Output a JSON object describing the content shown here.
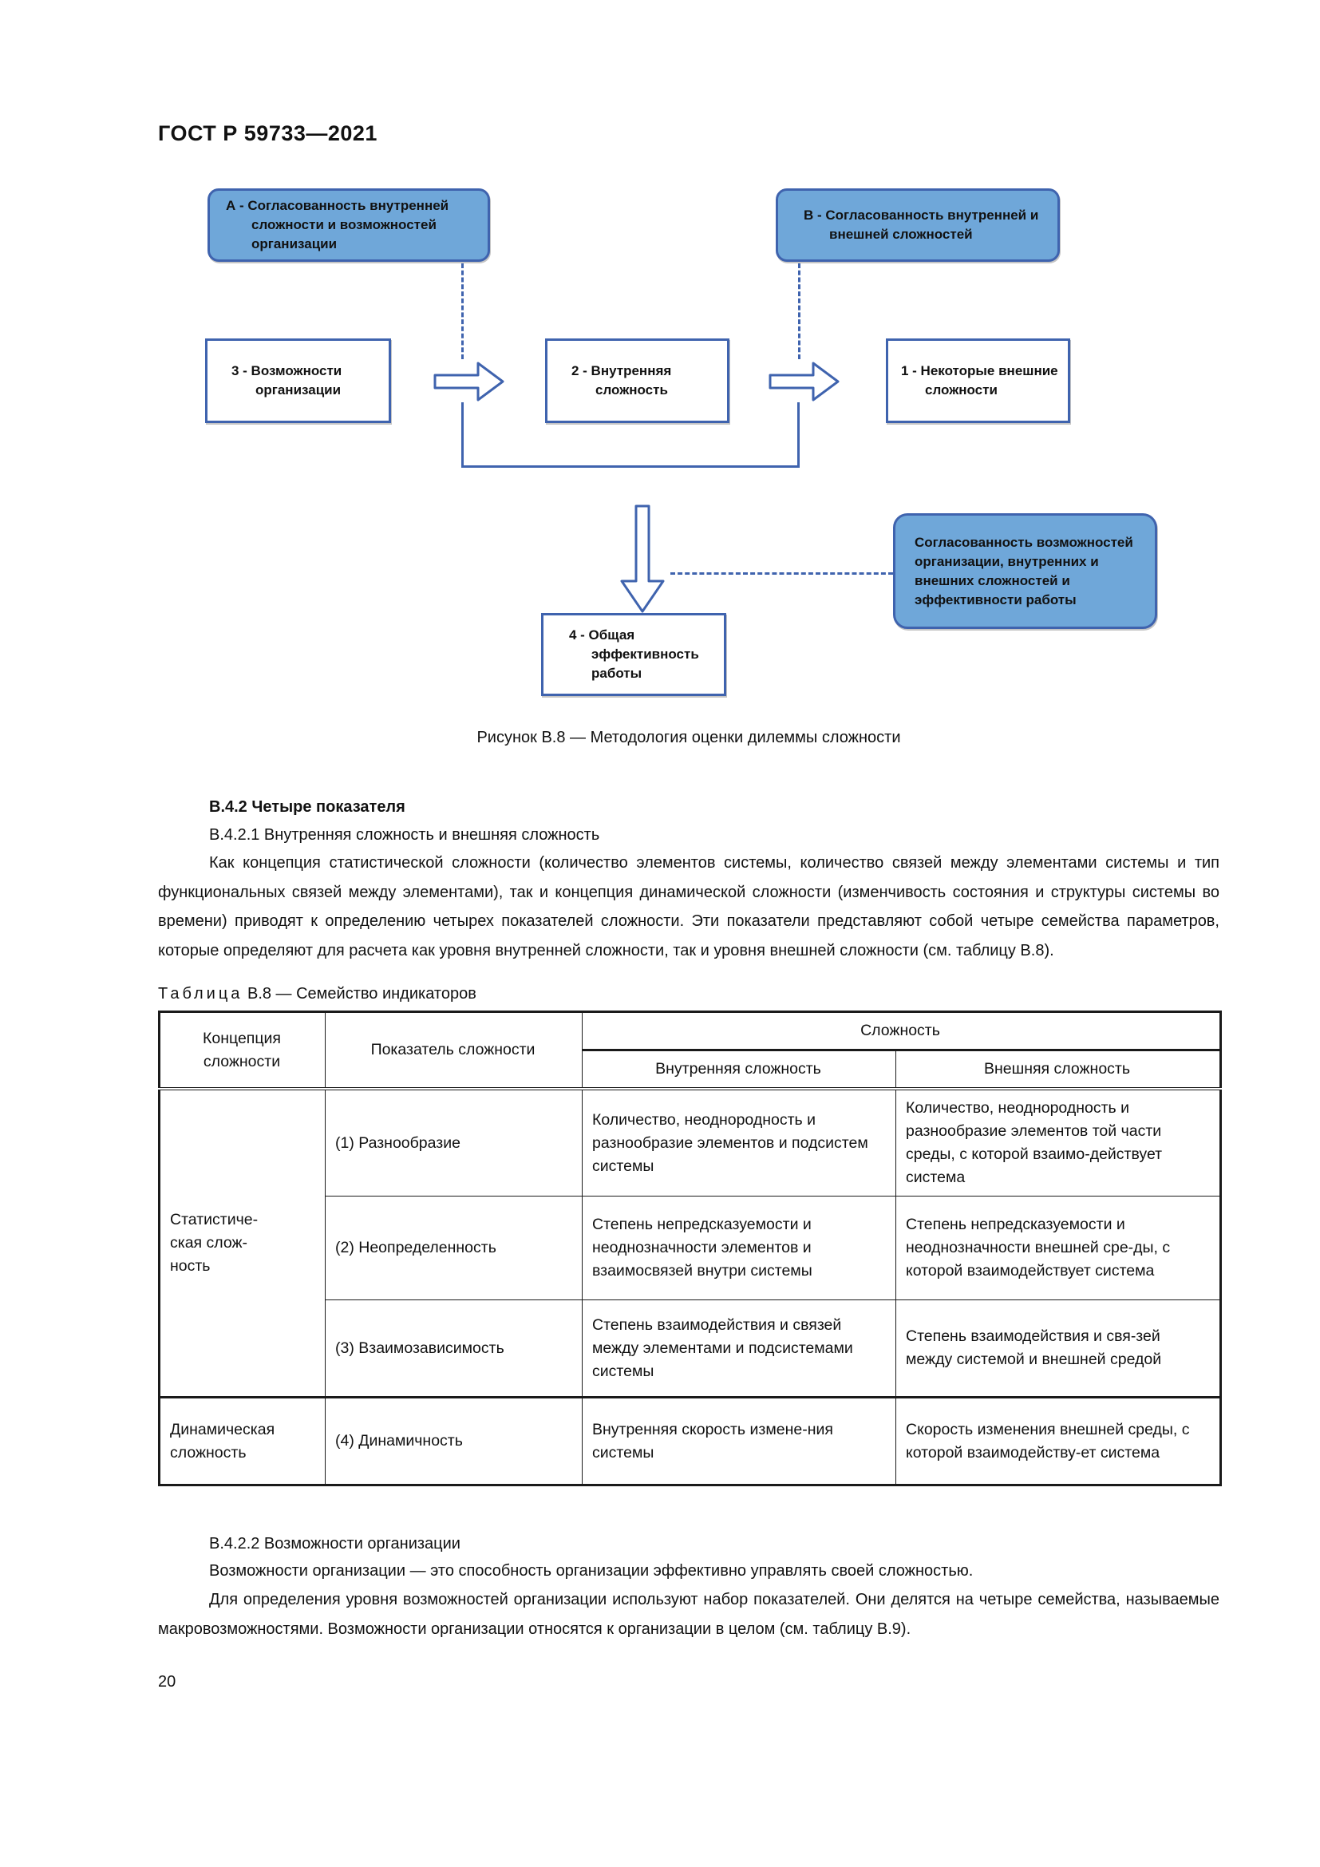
{
  "page": {
    "standard_code": "ГОСТ Р 59733—2021",
    "page_number": "20"
  },
  "figure": {
    "caption": "Рисунок В.8 — Методология оценки дилеммы сложности",
    "colors": {
      "box_fill": "#6FA7D9",
      "box_border": "#3F63AE",
      "line": "#3F63AE"
    },
    "boxes": {
      "a": "А - Согласованность внутренней сложности и возможностей организации",
      "b": "В - Согласованность внутренней и внешней сложностей",
      "n3": "3 - Возможности организации",
      "n2": "2 - Внутренняя сложность",
      "n1": "1 - Некоторые внешние сложности",
      "n4": "4 - Общая эффективность работы",
      "result": "Согласованность возможностей организации, внутренних и внешних сложностей и эффективности работы"
    }
  },
  "section": {
    "h_442": "В.4.2 Четыре показателя",
    "h_4421": "В.4.2.1 Внутренняя сложность и внешняя сложность",
    "p1": "Как концепция статистической сложности (количество элементов системы, количество связей между элементами системы и тип функциональных связей между элементами), так и концепция динамической сложности (изменчивость состояния и структуры системы во времени) приводят к определению четырех показателей сложности. Эти показатели представляют собой четыре семейства параметров, которые определяют для расчета как уровня внутренней сложности, так и уровня внешней сложности (см. таблицу В.8).",
    "h_4422": "В.4.2.2 Возможности организации",
    "p2": "Возможности организации — это способность организации эффективно управлять своей сложностью.",
    "p3": "Для определения уровня возможностей организации используют набор показателей. Они делятся на четыре семейства, называемые макровозможностями. Возможности организации относятся к организации в целом (см. таблицу В.9)."
  },
  "table": {
    "caption_word": "Таблица",
    "caption_rest": " В.8 — Семейство индикаторов",
    "headers": {
      "concept": "Концепция сложности",
      "indicator": "Показатель сложности",
      "complexity": "Сложность",
      "internal": "Внутренняя сложность",
      "external": "Внешняя сложность"
    },
    "groups": [
      {
        "concept_lines": [
          "Статистиче-",
          "ская слож-",
          "ность"
        ],
        "rows": [
          {
            "indicator": "(1) Разнообразие",
            "internal": "Количество, неоднородность и разнообразие элементов и подсистем системы",
            "external": "Количество, неоднородность и разнообразие элементов той части среды, с которой взаимо-действует система"
          },
          {
            "indicator": "(2) Неопределенность",
            "internal": "Степень непредсказуемости и неоднозначности элементов и взаимосвязей внутри системы",
            "external": "Степень непредсказуемости и неоднозначности внешней сре-ды, с которой взаимодействует система"
          },
          {
            "indicator": "(3) Взаимозависимость",
            "internal": "Степень взаимодействия и связей между элементами и подсистемами системы",
            "external": "Степень взаимодействия и свя-зей между системой и внешней средой"
          }
        ]
      },
      {
        "concept_lines": [
          "Динамическая",
          "сложность"
        ],
        "rows": [
          {
            "indicator": "(4) Динамичность",
            "internal": "Внутренняя скорость измене-ния системы",
            "external": "Скорость изменения внешней среды, с которой взаимодейству-ет система"
          }
        ]
      }
    ]
  }
}
